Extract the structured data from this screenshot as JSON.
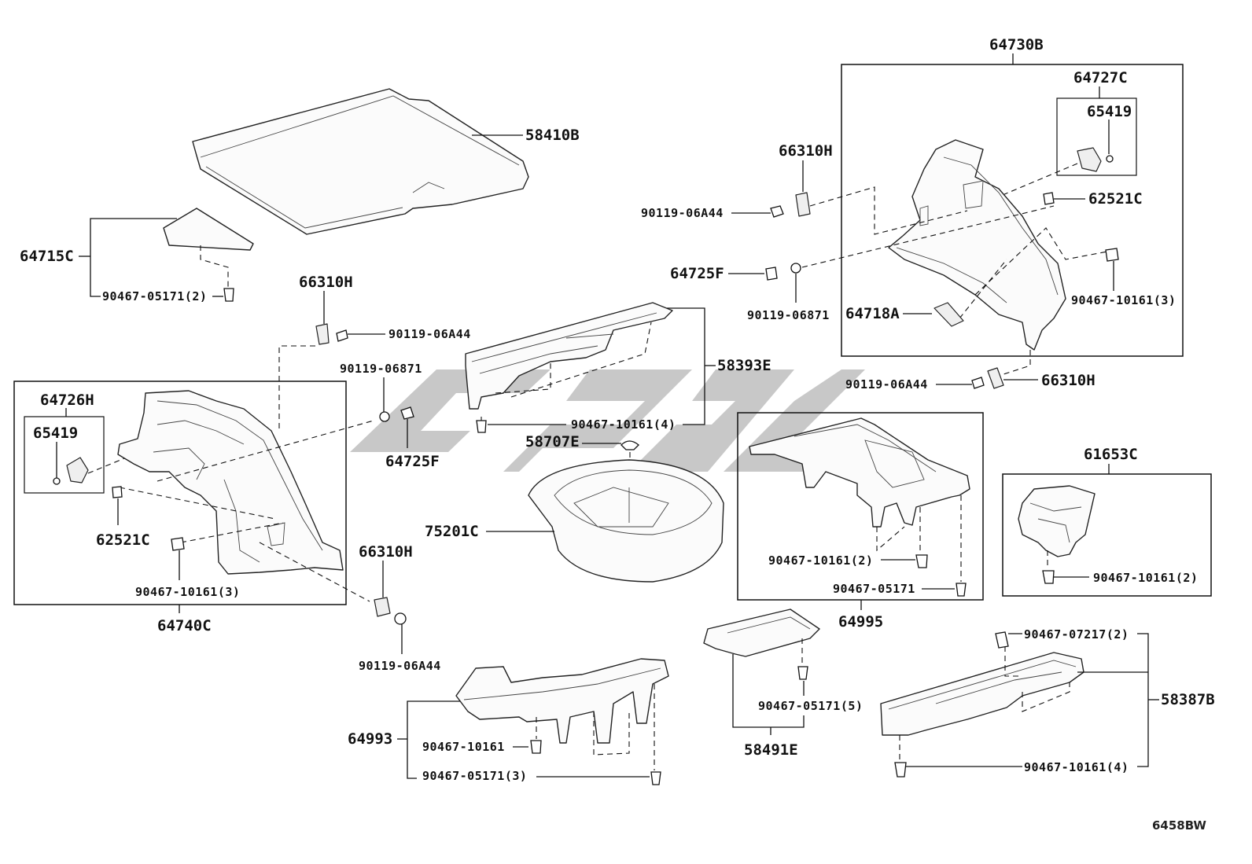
{
  "labels": {
    "p58410B": "58410B",
    "p64715C": "64715C",
    "p90467_05171_2_top": "90467-05171(2)",
    "p66310H_a": "66310H",
    "p90119_06A44_a": "90119-06A44",
    "p90119_06871_a": "90119-06871",
    "p64726H": "64726H",
    "p65419_a": "65419",
    "p62521C_a": "62521C",
    "p90467_10161_3_a": "90467-10161(3)",
    "p64740C": "64740C",
    "p64725F_a": "64725F",
    "p66310H_b": "66310H",
    "p90119_06A44_b": "90119-06A44",
    "p58393E": "58393E",
    "p90467_10161_4_a": "90467-10161(4)",
    "p58707E": "58707E",
    "p75201C": "75201C",
    "p64993": "64993",
    "p90467_10161_single": "90467-10161",
    "p90467_05171_3": "90467-05171(3)",
    "p64730B": "64730B",
    "p64727C": "64727C",
    "p65419_b": "65419",
    "p66310H_c": "66310H",
    "p90119_06A44_c": "90119-06A44",
    "p62521C_b": "62521C",
    "p64725F_b": "64725F",
    "p90119_06871_b": "90119-06871",
    "p90467_10161_3_b": "90467-10161(3)",
    "p64718A": "64718A",
    "p90119_06A44_d": "90119-06A44",
    "p66310H_d": "66310H",
    "p90467_10161_2_a": "90467-10161(2)",
    "p90467_05171_single": "90467-05171",
    "p64995": "64995",
    "p61653C": "61653C",
    "p90467_10161_2_b": "90467-10161(2)",
    "p90467_05171_5": "90467-05171(5)",
    "p58491E": "58491E",
    "p90467_07217_2": "90467-07217(2)",
    "p58387B": "58387B",
    "p90467_10161_4_b": "90467-10161(4)"
  },
  "figure_code": "6458BW",
  "colors": {
    "line": "#111111",
    "part_fill": "#fbfbfb",
    "watermark": "#9a9a9a"
  }
}
